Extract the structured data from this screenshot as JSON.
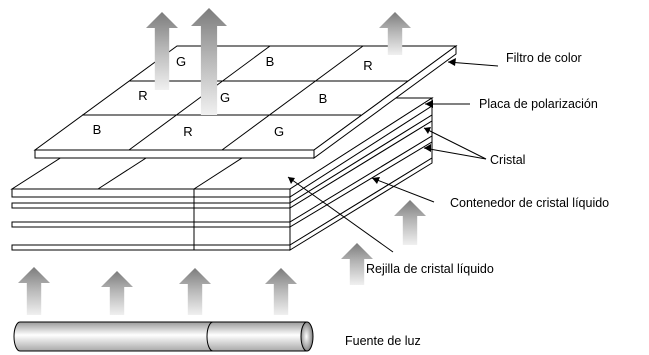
{
  "labels": {
    "color_filter": "Filtro de color",
    "polarizer": "Placa de polarización",
    "glass": "Cristal",
    "lc_container": "Contenedor de cristal líquido",
    "lc_grid": "Rejilla de cristal líquido",
    "light_source": "Fuente de luz"
  },
  "filter_cells": [
    [
      "G",
      "B",
      "R"
    ],
    [
      "R",
      "G",
      "B"
    ],
    [
      "B",
      "R",
      "G"
    ]
  ],
  "colors": {
    "line": "#000000",
    "arrow_dark": "#8a8a8a",
    "arrow_light": "#e8e8e8",
    "tube_dark": "#9a9a9a",
    "tube_light": "#f2f2f2"
  }
}
